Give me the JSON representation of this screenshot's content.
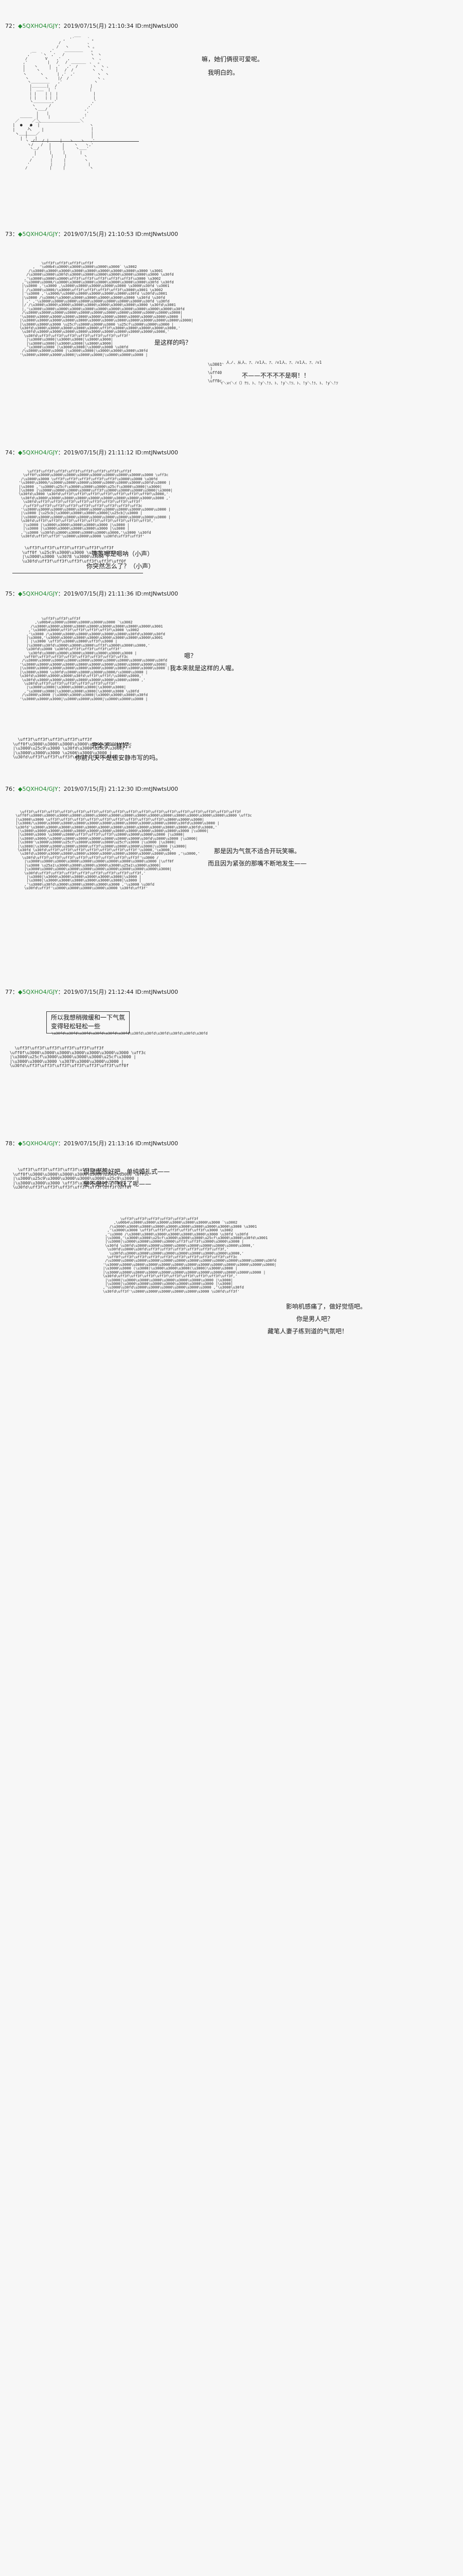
{
  "board": {
    "name_color": "#1f8b2f",
    "diamond": "◆"
  },
  "posts": [
    {
      "number": "72",
      "trip": "◆5QXHO4/GJY",
      "date": "2019/07/15(月) 21:10:34",
      "id": "ID:mtJNwtsU00",
      "header": "72：◆5QXHO4/GJY：2019/07/15(月) 21:10:34 ID:mtJNwtsU00",
      "art1": "                         ___\n                    ,  '´      ` 。\n                  /            、\n                 /   ヽ        ヽ 。\n      __      ,'   　＿＿＿＿＿　  。\n    ,´    `ヽ  ,'   /　　　　　　　ヽ　ヽ\n   /        V    ,'   ,　　　  　 ヽ  、\n  ,'         |   /   /　＿＿＿＿　、  。\n  |    ヽ     |  ,'   ,'  /　　　　ヽ  ヽ 、\n  |     ヽ    '  |   /  /　　　　　ヽ  ヽ\n  ヽ      ヽ      | ,'  ,'　　　　　　ヽ  ヽ\n   ヽ       ヽ　　 |/  /　　　　　　 　ヽ 、\n    ヽ＿＿＿＿＿  　,'　　　　　　　　 ヽ\n     |＿＿＿＿|　 /　　　　　　　　　|\n     |  ＿＿  |　'　　　　　　　　　|\n     | |    | |　|　　　　　　　　　 |\n     | |    | |　|　　　　　　　　　 |\n     ヽ＿＿＿＿＿,'　　　　　　　　　 ,'\n      ヽ　　　 /　　　　　　　　　　,'\n       ヽ＿＿/　　　　　　　　　　,'\n        | 　 |　　　　　　　　　 ,'\n        |　　 |　　　　　　　　 ,'\n      ／＿＿＿＿＿＿＿＿＿＿＿＿＼\n     /　　　　　　　　　　　　　　　 ヽ\n    '　　　　　　　　　　　　　　　　 |\n   |　　　　　　　　　　　　　　　　  |\n   |　　　　　　　　　　　　　　　　  |\n   ヽ　/　　/ |　　　|　　ヽ　　ヽ　 ,'\n    ヽ/　　/　 |　　　|　　 ヽ　　ヽ,'\n     ヽ＿/　　 |　　　|　　　ヽ＿＿'\n       |　　　 |　　　|　　　　|\n      ,'　　　　|　　　|　　　 　ヽ\n     /　　　　　|　　　|　　　　　ヽ\n    '　　　　　 |　　　|　　　　　　|\n   /　　　　　　|　　　|　　　　　　 ヽ",
      "dialogue": [
        "嘛，她们俩很可爱呢。",
        "我明白的。"
      ],
      "art2": "      ＿＿＿\n    ／       ＼\n   |  ●   ●  |\n   |     へ    |\n    ヽ＿＿＿＿／\n      |     |"
    },
    {
      "number": "73",
      "trip": "◆5QXHO4/GJY",
      "date": "2019/07/15(月) 21:10:53",
      "id": "ID:mtJNwtsU00",
      "header": "73：◆5QXHO4/GJY：2019/07/15(月) 21:10:53 ID:mtJNwtsU00",
      "dialogue": [
        "是这样的吗？"
      ],
      "shout": [
        "、、人ノ、从人、ｱ、ﾉv1人、ｱ、ﾉv1人、ｱ、ﾉv1人、ｱ、ﾉv1",
        "不——不不不不是啊！！",
        "｀ｲ＼vｲ＼ｲ（）ｹﾂ、ﾄ、!y＼!ﾂ、ﾄ、!y＼!ﾂ、ﾄ、!y＼!ﾂ、ﾄ、!y＼!ﾂ"
      ]
    },
    {
      "number": "74",
      "trip": "◆5QXHO4/GJY",
      "date": "2019/07/15(月) 21:11:12",
      "id": "ID:mtJNwtsU00",
      "header": "74：◆5QXHO4/GJY：2019/07/15(月) 21:11:12 ID:mtJNwtsU00",
      "dialogue": [
        "等等嗯是嗯呐（小声）",
        "你突然怎么了？（小声）"
      ]
    },
    {
      "number": "75",
      "trip": "◆5QXHO4/GJY",
      "date": "2019/07/15(月) 21:11:36",
      "id": "ID:mtJNwtsU00",
      "header": "75：◆5QXHO4/GJY：2019/07/15(月) 21:11:36 ID:mtJNwtsU00",
      "dialogue": [
        "嗯？",
        "我本来就是这样的人喔。",
        "完全不一样好。",
        "你前几天不是很安静市写的吗。"
      ]
    },
    {
      "number": "76",
      "trip": "◆5QXHO4/GJY",
      "date": "2019/07/15(月) 21:12:30",
      "id": "ID:mtJNwtsU00",
      "header": "76：◆5QXHO4/GJY：2019/07/15(月) 21:12:30 ID:mtJNwtsU00",
      "dialogue": [
        "那是因为气氛不适合开玩笑嘛。",
        "而且因为紧张的那嘴不断地发生——"
      ]
    },
    {
      "number": "77",
      "trip": "◆5QXHO4/GJY",
      "date": "2019/07/15(月) 21:12:44",
      "id": "ID:mtJNwtsU00",
      "header": "77：◆5QXHO4/GJY：2019/07/15(月) 21:12:44 ID:mtJNwtsU00",
      "quote_box": [
        "所以我想稍微缓和一下气氛",
        "变得轻松轻松一些"
      ]
    },
    {
      "number": "78",
      "trip": "◆5QXHO4/GJY",
      "date": "2019/07/15(月) 21:13:16",
      "id": "ID:mtJNwtsU00",
      "header": "78：◆5QXHO4/GJY：2019/07/15(月) 21:13:16 ID:mtJNwtsU00",
      "dialogue": [
        "但是面很好吧。单纯婚礼式——",
        "是不是过了飞跃了呢——"
      ],
      "dialogue_tail": [
        "影响机感痛了，做好觉悟吧。",
        "你是男人吧？",
        "藏笔人妻子练到道的气氛吧！"
      ]
    }
  ]
}
